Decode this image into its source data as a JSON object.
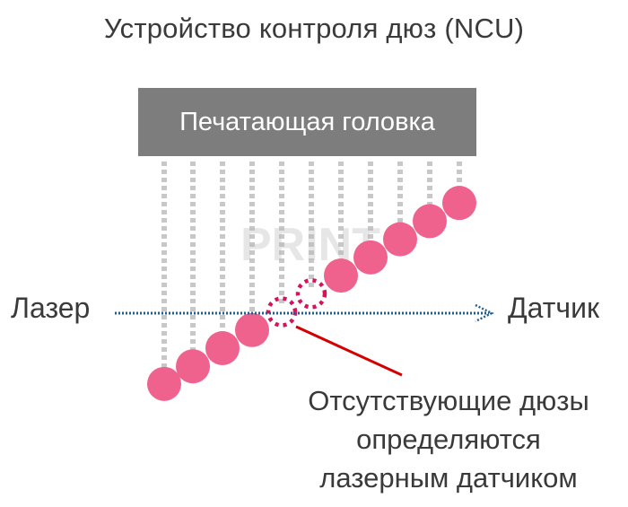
{
  "title": "Устройство контроля дюз (NCU)",
  "print_head_label": "Печатающая головка",
  "laser_label": "Лазер",
  "sensor_label": "Датчик",
  "watermark_text": "PRINT",
  "caption_lines": [
    "Отсутствующие дюзы",
    "определяются",
    "лазерным датчиком"
  ],
  "colors": {
    "print_head": "#7d7d7d",
    "ink_drop": "#f0628e",
    "missing_marker": "#d4145a",
    "laser_beam": "#1f5f8f",
    "pointer": "#d40000",
    "nozzle_stream": "#c8c8c8"
  }
}
